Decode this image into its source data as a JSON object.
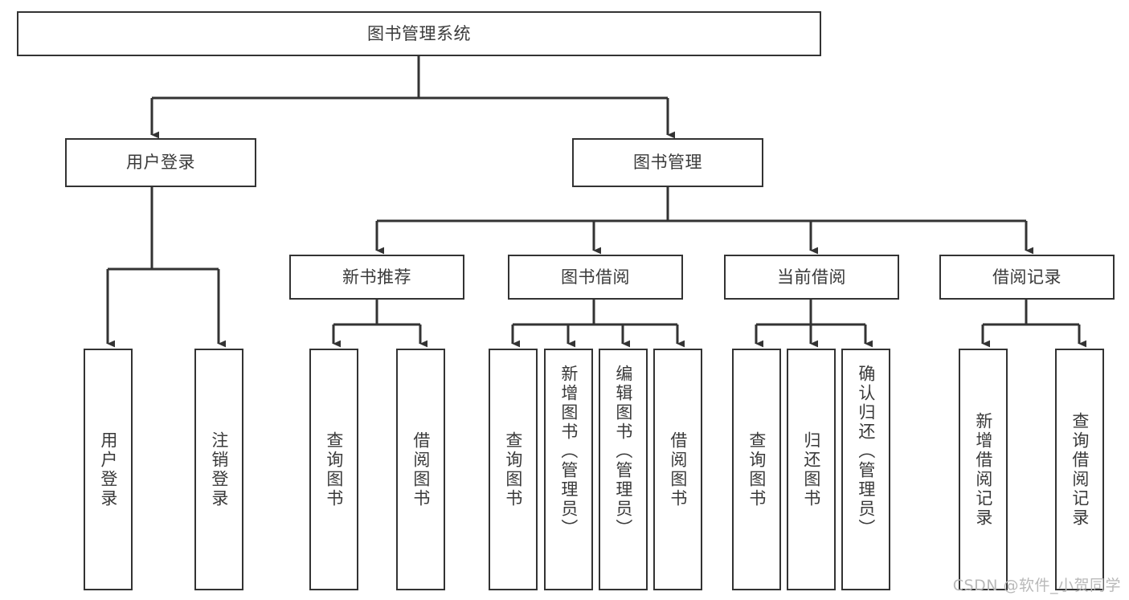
{
  "diagram": {
    "type": "tree",
    "title": "图书管理系统",
    "root": {
      "id": "root",
      "label": "图书管理系统"
    },
    "level2": [
      {
        "id": "user-login",
        "label": "用户登录"
      },
      {
        "id": "book-manage",
        "label": "图书管理"
      }
    ],
    "level3": [
      {
        "id": "new-book-rec",
        "label": "新书推荐",
        "parent": "book-manage"
      },
      {
        "id": "book-borrow",
        "label": "图书借阅",
        "parent": "book-manage"
      },
      {
        "id": "current-borrow",
        "label": "当前借阅",
        "parent": "book-manage"
      },
      {
        "id": "borrow-record",
        "label": "借阅记录",
        "parent": "book-manage"
      }
    ],
    "leaves": {
      "user_login": [
        {
          "id": "leaf-user-login",
          "label": "用户登录"
        },
        {
          "id": "leaf-logout-login",
          "label": "注销登录"
        }
      ],
      "new_book_rec": [
        {
          "id": "leaf-query-book-1",
          "label": "查询图书"
        },
        {
          "id": "leaf-borrow-book-1",
          "label": "借阅图书"
        }
      ],
      "book_borrow": [
        {
          "id": "leaf-query-book-2",
          "label": "查询图书"
        },
        {
          "id": "leaf-add-book",
          "label": "新增图书（管理员）"
        },
        {
          "id": "leaf-edit-book",
          "label": "编辑图书（管理员）"
        },
        {
          "id": "leaf-borrow-book-2",
          "label": "借阅图书"
        }
      ],
      "current_borrow": [
        {
          "id": "leaf-query-book-3",
          "label": "查询图书"
        },
        {
          "id": "leaf-return-book",
          "label": "归还图书"
        },
        {
          "id": "leaf-confirm-return",
          "label": "确认归还（管理员）"
        }
      ],
      "borrow_record": [
        {
          "id": "leaf-add-record",
          "label": "新增借阅记录"
        },
        {
          "id": "leaf-query-record",
          "label": "查询借阅记录"
        }
      ]
    },
    "colors": {
      "box_border": "#333333",
      "box_fill": "#ffffff",
      "text": "#3a3a3a",
      "connector": "#333333",
      "watermark": "#b9b9b9",
      "canvas": "#ffffff"
    }
  },
  "watermark": {
    "text": "CSDN @软件_小贺同学"
  }
}
